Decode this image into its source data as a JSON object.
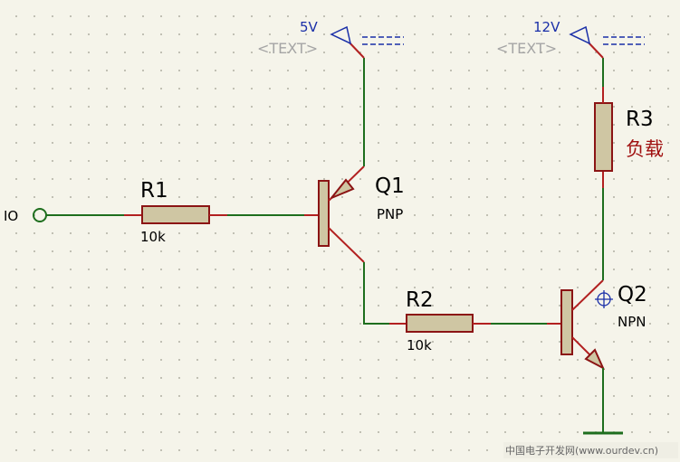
{
  "io": {
    "label": "IO"
  },
  "rails": [
    {
      "voltage": "5V",
      "text": "<TEXT>"
    },
    {
      "voltage": "12V",
      "text": "<TEXT>"
    }
  ],
  "components": {
    "r1": {
      "ref": "R1",
      "value": "10k"
    },
    "r2": {
      "ref": "R2",
      "value": "10k"
    },
    "r3": {
      "ref": "R3",
      "value": "负载"
    },
    "q1": {
      "ref": "Q1",
      "type": "PNP"
    },
    "q2": {
      "ref": "Q2",
      "type": "NPN"
    }
  },
  "watermark": "中国电子开发网(www.ourdev.cn)",
  "colors": {
    "wire": "#1e6e1e",
    "pin": "#b22020",
    "body": "#cfc6a3",
    "outline": "#8b1414",
    "label_blue": "#1a2fa8"
  }
}
